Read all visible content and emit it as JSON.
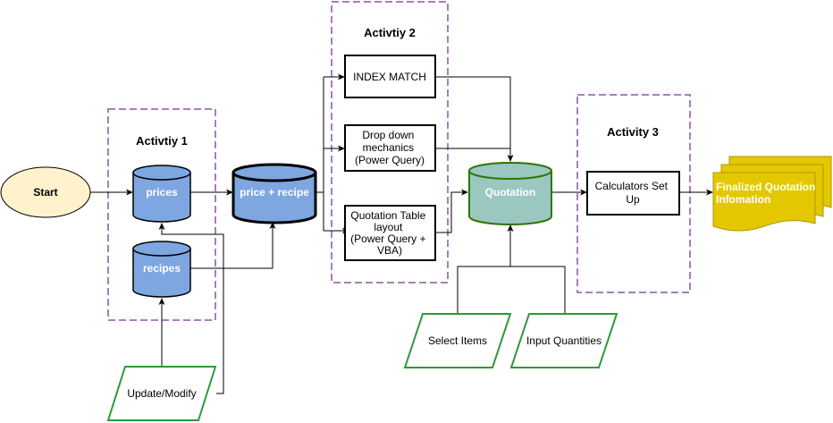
{
  "colors": {
    "activity_border": "#a680b8",
    "db_fill": "#7ea6e0",
    "quotation_fill": "#9ac7bf",
    "quotation_stroke": "#2d7600",
    "start_fill": "#fff2cc",
    "start_stroke": "#000000",
    "input_stroke": "#2d9a3a",
    "output_fill": "#e3c800",
    "output_stroke": "#b09500"
  },
  "activities": {
    "a1": {
      "title": "Activtiy 1"
    },
    "a2": {
      "title": "Activtiy 2"
    },
    "a3": {
      "title": "Activity 3"
    }
  },
  "nodes": {
    "start": "Start",
    "prices": "prices",
    "recipes": "recipes",
    "price_recipe": "price + recipe",
    "index_match": "INDEX MATCH",
    "dropdown": [
      "Drop down",
      "mechanics",
      "(Power Query)"
    ],
    "table_layout": [
      "Quotation Table",
      "layout",
      "(Power Query +",
      "VBA)"
    ],
    "quotation": "Quotation",
    "calculators": [
      "Calculators Set",
      "Up"
    ],
    "finalized": [
      "Finalized Quotation",
      "Infomation"
    ],
    "select_items": "Select Items",
    "input_quantities": "Input Quantities",
    "update_modify": "Update/Modify"
  }
}
